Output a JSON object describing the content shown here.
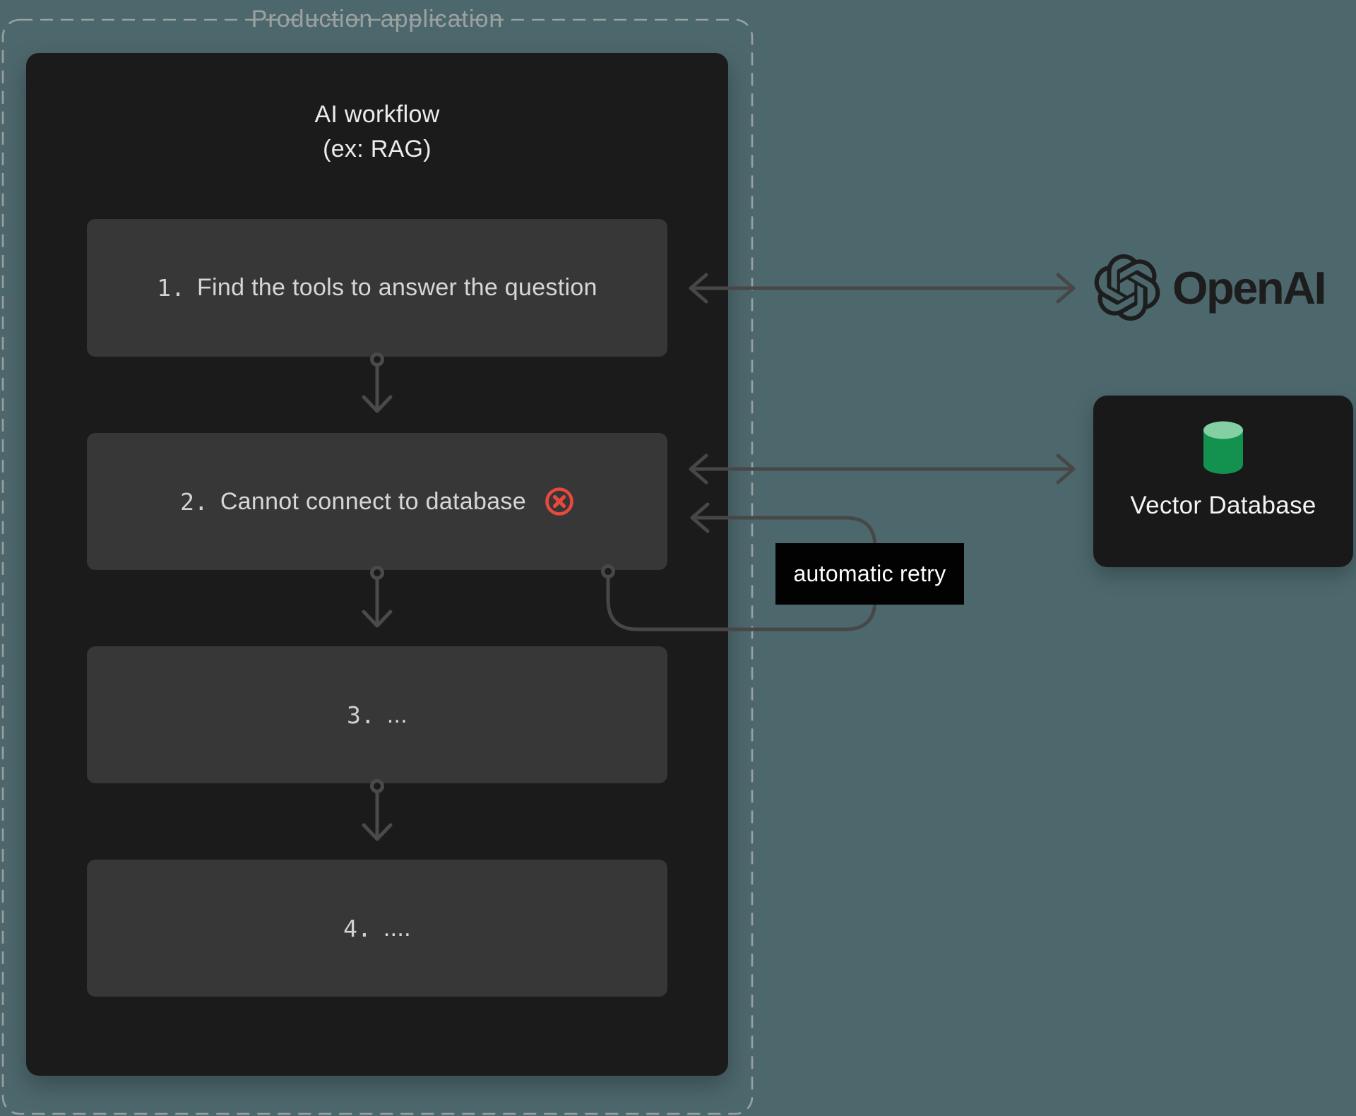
{
  "colors": {
    "background": "#4d686d",
    "panel": "#1b1b1b",
    "step_box": "#373737",
    "step_text": "#d6d6d6",
    "arrow": "#474747",
    "dashed_border": "#9aa0a0",
    "error_red": "#e8493e",
    "retry_label_bg": "#020202",
    "openai_black": "#1d1d1d",
    "db_green_top": "#85cfa5",
    "db_green_body": "#13914e"
  },
  "production": {
    "label": "Production application"
  },
  "workflow": {
    "title_line1": "AI workflow",
    "title_line2": "(ex: RAG)",
    "steps": [
      {
        "number": "1.",
        "label": "Find the tools to answer the question"
      },
      {
        "number": "2.",
        "label": "Cannot connect to database"
      },
      {
        "number": "3.",
        "label": "..."
      },
      {
        "number": "4.",
        "label": "...."
      }
    ]
  },
  "retry": {
    "label": "automatic retry"
  },
  "services": {
    "openai": {
      "name": "OpenAI"
    },
    "vector_db": {
      "name": "Vector Database"
    }
  }
}
